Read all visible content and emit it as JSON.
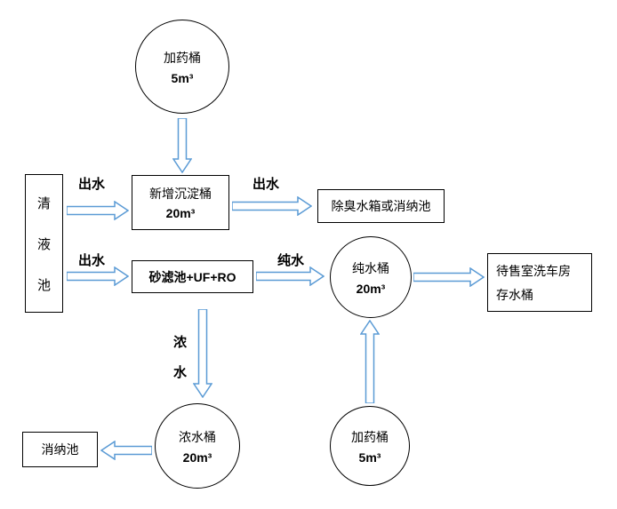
{
  "diagram": {
    "colors": {
      "arrow_stroke": "#5b9bd5",
      "shape_border": "#000000",
      "text": "#000000"
    },
    "nodes": {
      "dosing_top": {
        "name": "加药桶",
        "volume": "5m³"
      },
      "clear_pool": {
        "char1": "清",
        "char2": "液",
        "char3": "池"
      },
      "sedimentation": {
        "name": "新增沉淀桶",
        "volume": "20m³"
      },
      "deodor": {
        "label": "除臭水箱或消纳池"
      },
      "sand_filter": {
        "label": "砂滤池+UF+RO"
      },
      "pure_tank": {
        "name": "纯水桶",
        "volume": "20m³"
      },
      "storage": {
        "line1": "待售室洗车房",
        "line2": "存水桶"
      },
      "conc_tank": {
        "name": "浓水桶",
        "volume": "20m³"
      },
      "disposal": {
        "label": "消纳池"
      },
      "dosing_bottom": {
        "name": "加药桶",
        "volume": "5m³"
      }
    },
    "edge_labels": {
      "outflow_top_left": "出水",
      "outflow_top_right": "出水",
      "outflow_mid": "出水",
      "pure_water": "纯水",
      "conc_char1": "浓",
      "conc_char2": "水"
    }
  }
}
